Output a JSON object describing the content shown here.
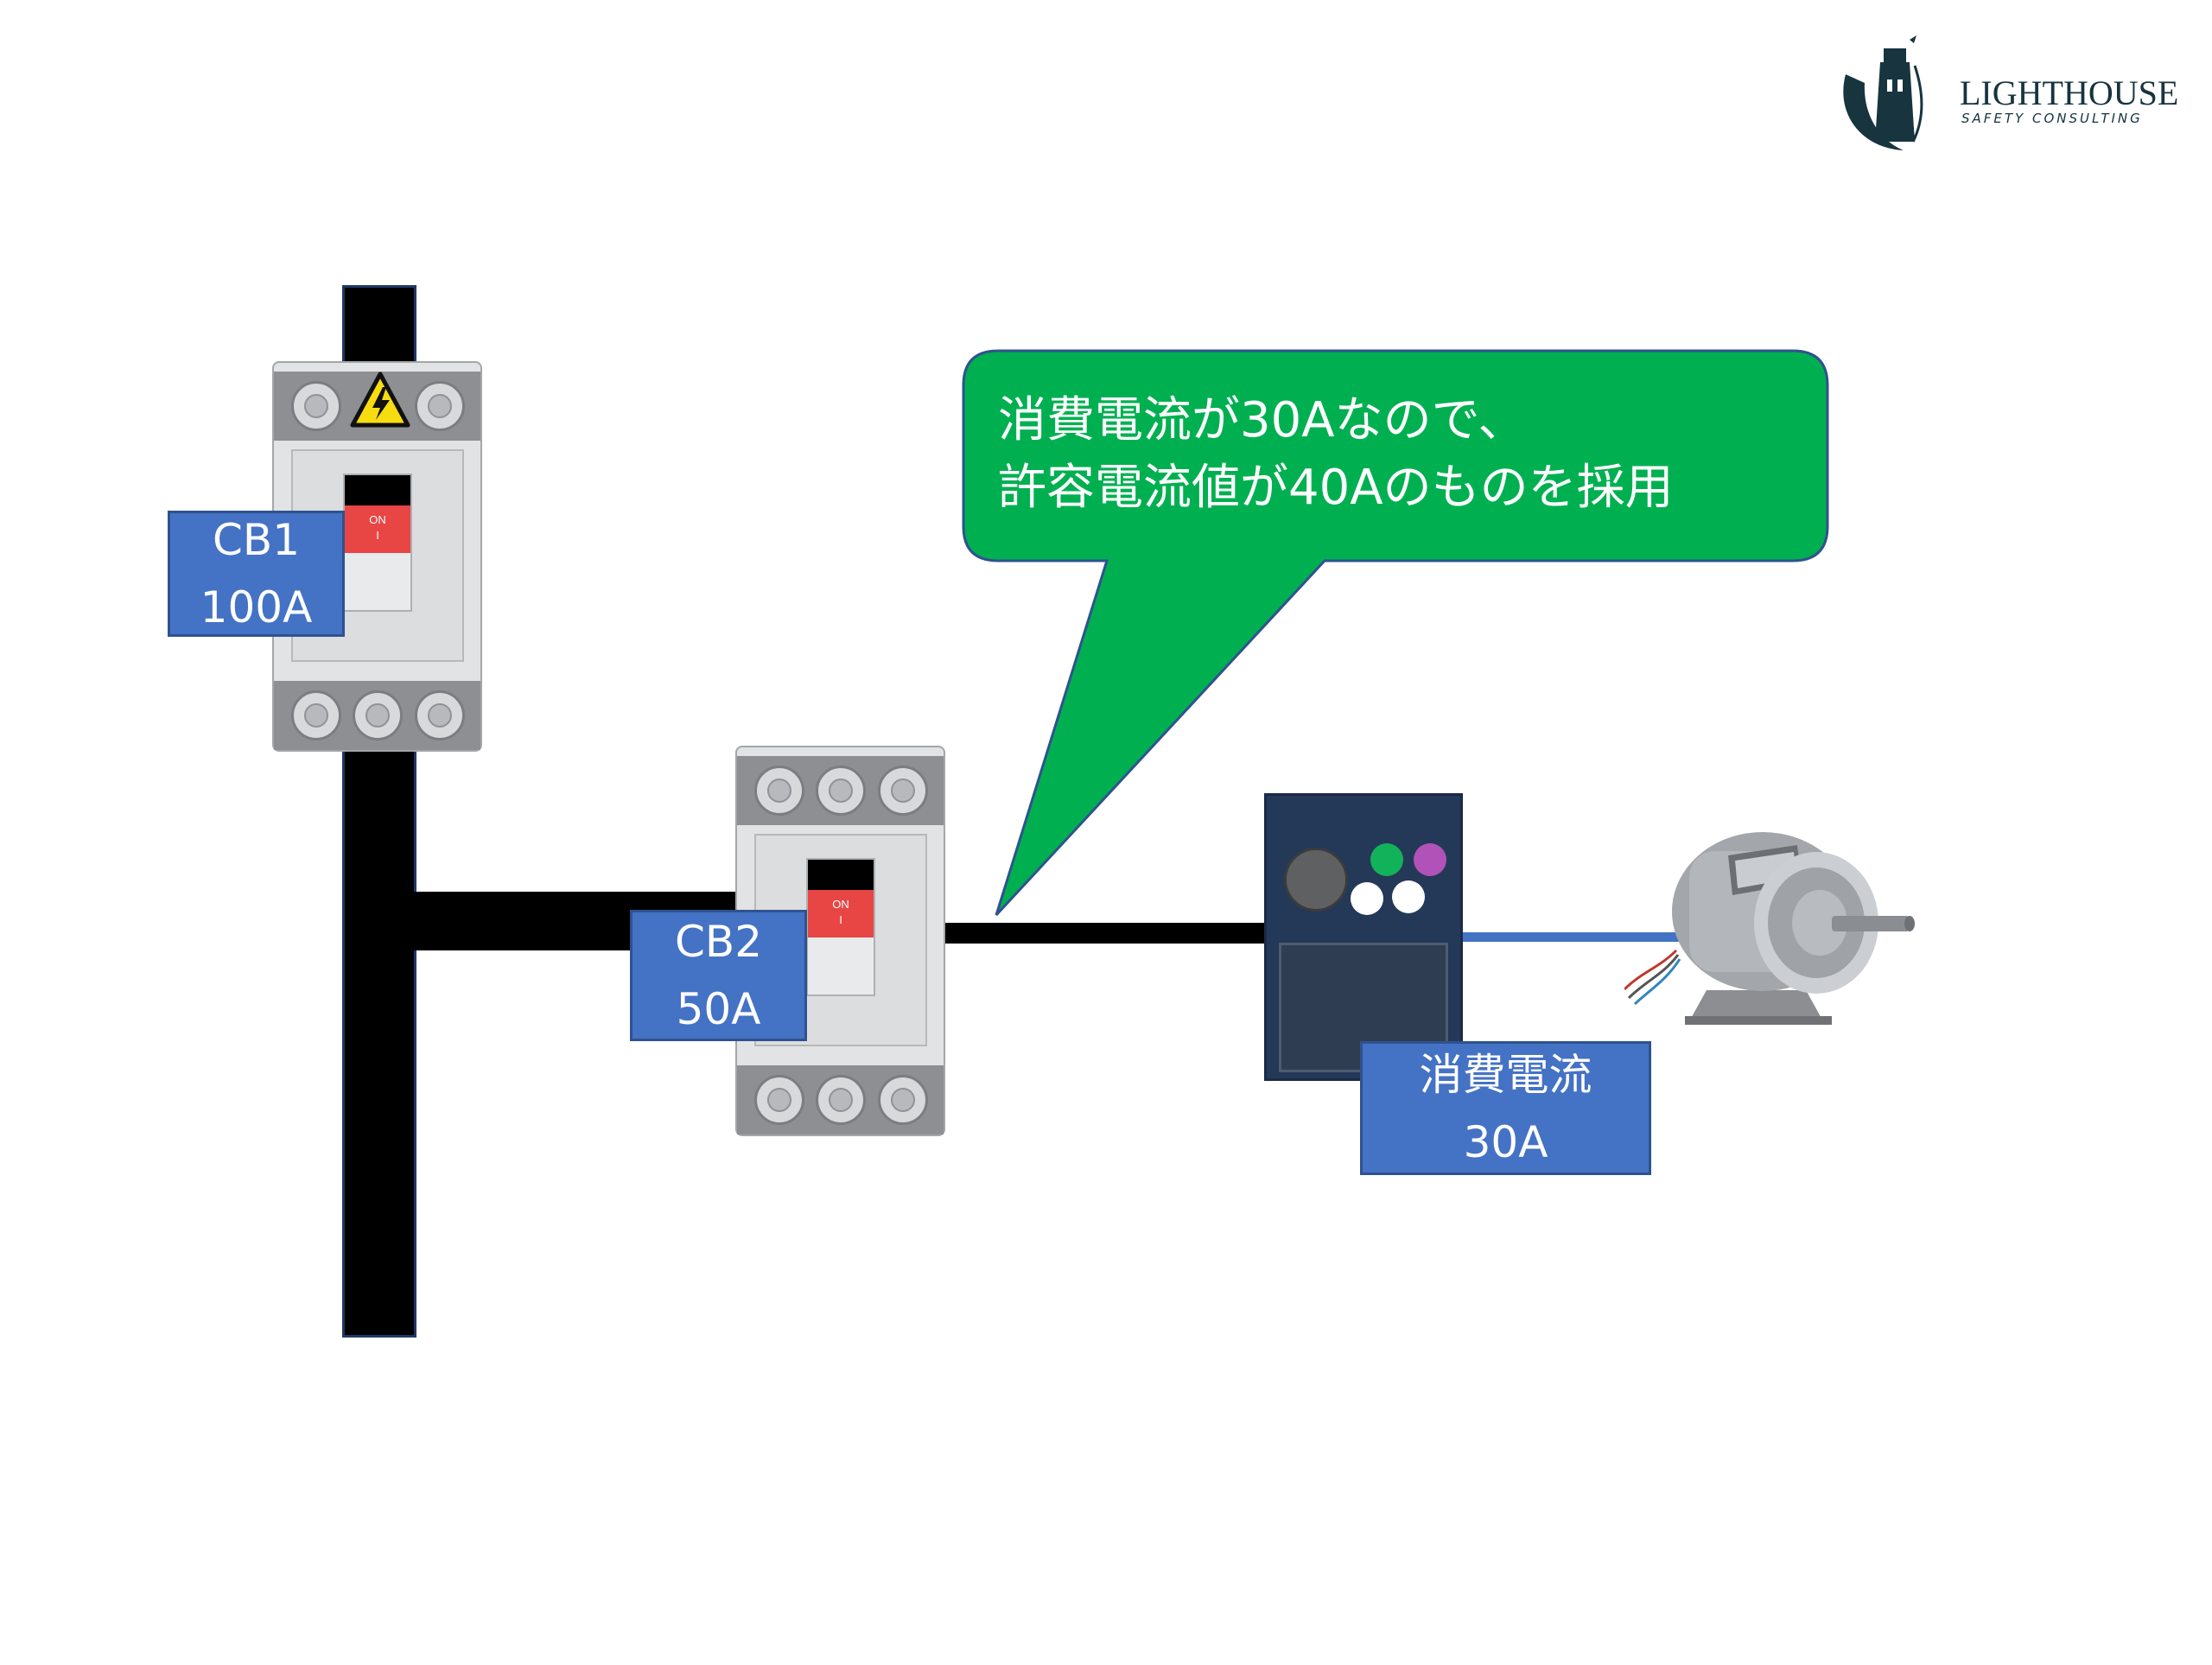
{
  "logo": {
    "name": "LIGHTHOUSE",
    "tagline": "SAFETY CONSULTING"
  },
  "callout": {
    "line1": "消費電流が30Aなので、",
    "line2": "許容電流値が40Aのものを採用",
    "fill_color": "#00b050"
  },
  "breakers": {
    "cb1": {
      "name": "CB1",
      "rating": "100A",
      "switch_label": "ON",
      "switch_mark": "I"
    },
    "cb2": {
      "name": "CB2",
      "rating": "50A",
      "switch_label": "ON",
      "switch_mark": "I"
    }
  },
  "load": {
    "label": "消費電流",
    "current": "30A"
  },
  "colors": {
    "label_box": "#4472c4",
    "bus": "#000000",
    "motor_cable": "#4472c4",
    "switch_handle": "#e84545"
  }
}
